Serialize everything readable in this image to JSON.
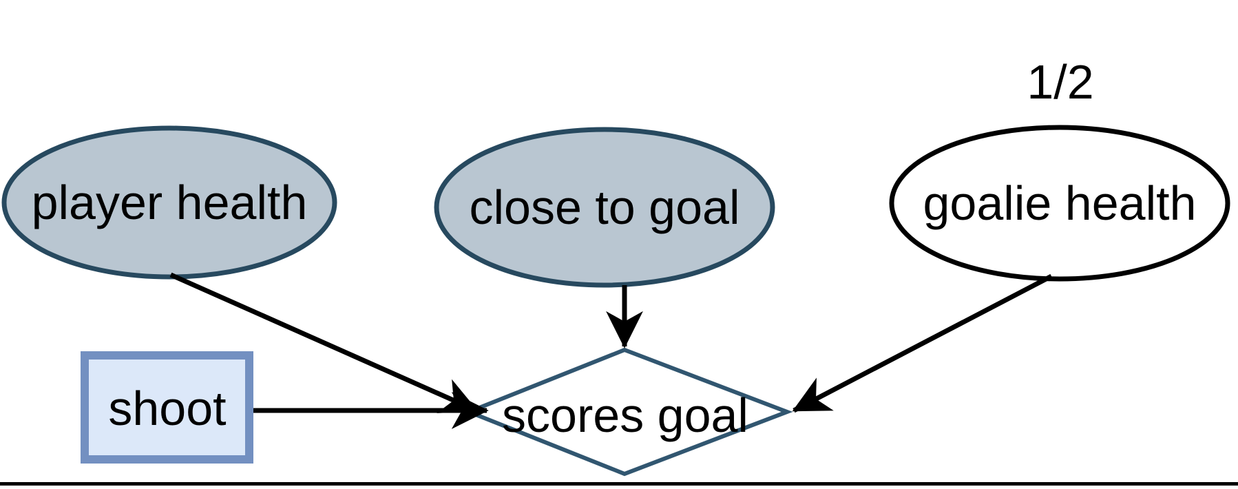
{
  "diagram": {
    "type": "influence-diagram",
    "nodes": {
      "player_health": {
        "label": "player health",
        "shape": "ellipse",
        "role": "chance",
        "filled": true
      },
      "close_to_goal": {
        "label": "close to goal",
        "shape": "ellipse",
        "role": "chance",
        "filled": true
      },
      "goalie_health": {
        "label": "goalie health",
        "shape": "ellipse",
        "role": "chance",
        "filled": false,
        "annotation": "1/2"
      },
      "shoot": {
        "label": "shoot",
        "shape": "rectangle",
        "role": "decision"
      },
      "scores_goal": {
        "label": "scores goal",
        "shape": "diamond",
        "role": "utility"
      }
    },
    "edges": [
      {
        "from": "player health",
        "to": "scores goal"
      },
      {
        "from": "shoot",
        "to": "scores goal"
      },
      {
        "from": "close to goal",
        "to": "scores goal"
      },
      {
        "from": "goalie health",
        "to": "scores goal"
      }
    ],
    "colors": {
      "background": "#ffffff",
      "chance_fill": "#b9c6d1",
      "chance_stroke": "#27495f",
      "plain_fill": "#ffffff",
      "plain_stroke": "#000000",
      "decision_fill": "#dce8f9",
      "decision_stroke": "#7390c1",
      "utility_fill": "#ffffff",
      "utility_stroke": "#315670",
      "edge_color": "#000000",
      "text_color": "#000000",
      "bottom_rule_color": "#000000"
    }
  }
}
